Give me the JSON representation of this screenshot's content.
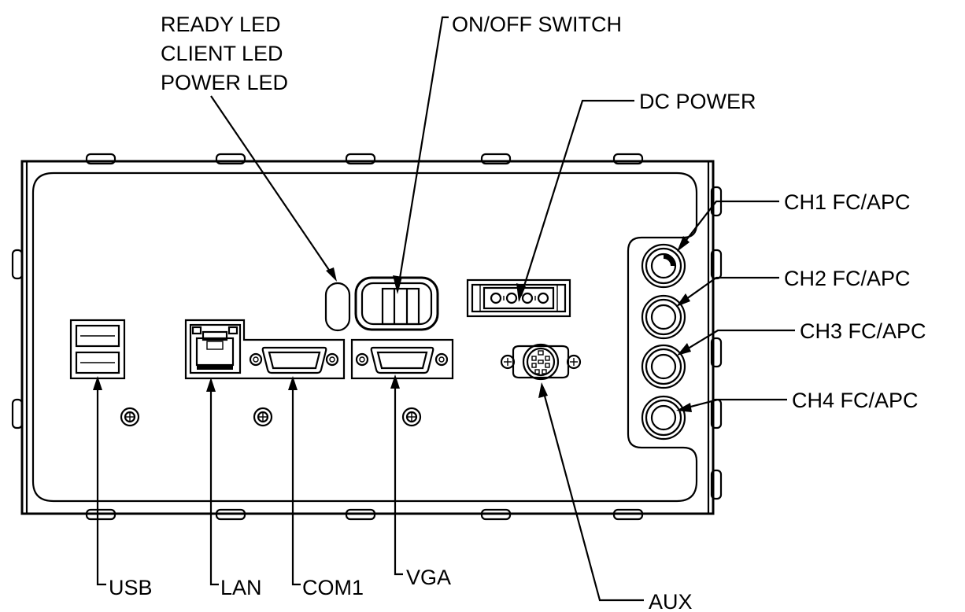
{
  "labels": {
    "ready_led": "READY LED",
    "client_led": "CLIENT LED",
    "power_led": "POWER LED",
    "on_off_switch": "ON/OFF SWITCH",
    "dc_power": "DC POWER",
    "ch1": "CH1 FC/APC",
    "ch2": "CH2 FC/APC",
    "ch3": "CH3 FC/APC",
    "ch4": "CH4 FC/APC",
    "usb": "USB",
    "lan": "LAN",
    "com1": "COM1",
    "vga": "VGA",
    "aux": "AUX"
  },
  "colors": {
    "line": "#000000",
    "background": "#ffffff"
  }
}
